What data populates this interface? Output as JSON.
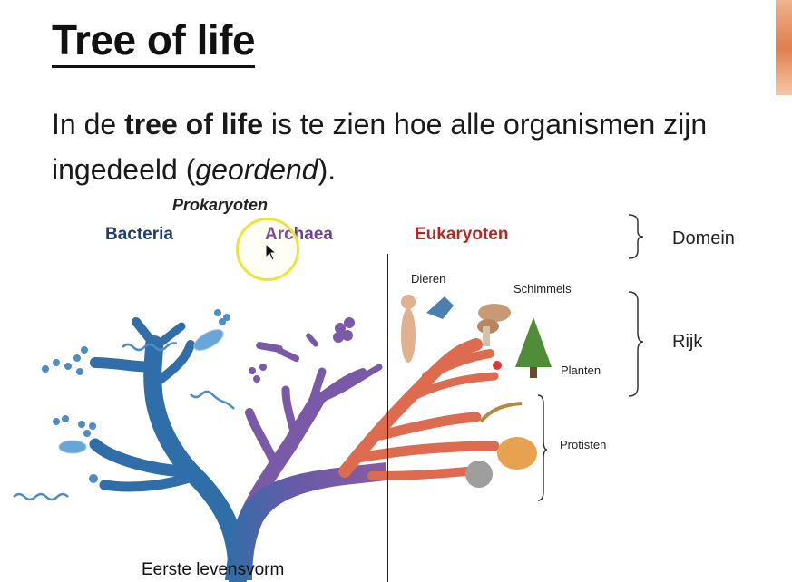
{
  "slide": {
    "title": "Tree of life",
    "intro_part1": "In de ",
    "intro_bold": "tree of life",
    "intro_part2": " is te zien hoe alle organismen zijn ingedeeld (",
    "intro_italic": "geordend",
    "intro_part3": ")."
  },
  "diagram": {
    "prokaryoten": "Prokaryoten",
    "bacteria": "Bacteria",
    "archaea": "Archaea",
    "eukaryoten": "Eukaryoten",
    "domein": "Domein",
    "rijk": "Rijk",
    "dieren": "Dieren",
    "schimmels": "Schimmels",
    "planten": "Planten",
    "protisten": "Protisten",
    "eerste_levensvorm": "Eerste levensvorm",
    "colors": {
      "bacteria": "#2f6ea8",
      "archaea": "#7a5aa6",
      "eukaryoten": "#dd6b4f"
    }
  }
}
